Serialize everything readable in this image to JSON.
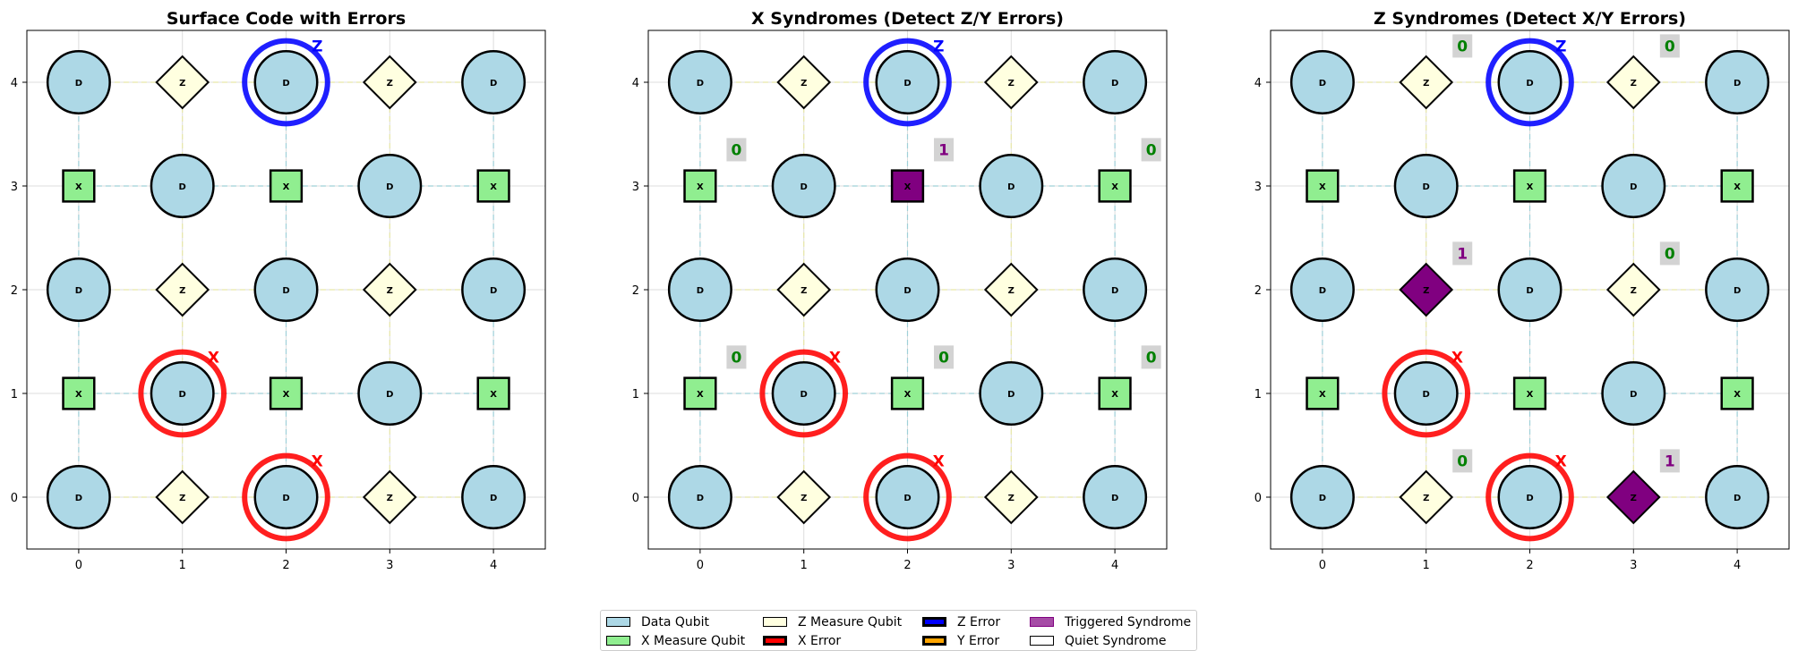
{
  "chart_data": [
    {
      "type": "scatter",
      "title": "Surface Code with Errors",
      "xlim": [
        -0.5,
        4.5
      ],
      "ylim": [
        -0.5,
        4.5
      ],
      "xticks": [
        "0",
        "1",
        "2",
        "3",
        "4"
      ],
      "yticks": [
        "0",
        "1",
        "2",
        "3",
        "4"
      ],
      "grid": true,
      "qubits": [
        {
          "x": 0,
          "y": 4,
          "type": "data",
          "label": "D"
        },
        {
          "x": 1,
          "y": 4,
          "type": "z",
          "label": "Z"
        },
        {
          "x": 2,
          "y": 4,
          "type": "data",
          "label": "D"
        },
        {
          "x": 3,
          "y": 4,
          "type": "z",
          "label": "Z"
        },
        {
          "x": 4,
          "y": 4,
          "type": "data",
          "label": "D"
        },
        {
          "x": 0,
          "y": 3,
          "type": "x",
          "label": "X"
        },
        {
          "x": 1,
          "y": 3,
          "type": "data",
          "label": "D"
        },
        {
          "x": 2,
          "y": 3,
          "type": "x",
          "label": "X"
        },
        {
          "x": 3,
          "y": 3,
          "type": "data",
          "label": "D"
        },
        {
          "x": 4,
          "y": 3,
          "type": "x",
          "label": "X"
        },
        {
          "x": 0,
          "y": 2,
          "type": "data",
          "label": "D"
        },
        {
          "x": 1,
          "y": 2,
          "type": "z",
          "label": "Z"
        },
        {
          "x": 2,
          "y": 2,
          "type": "data",
          "label": "D"
        },
        {
          "x": 3,
          "y": 2,
          "type": "z",
          "label": "Z"
        },
        {
          "x": 4,
          "y": 2,
          "type": "data",
          "label": "D"
        },
        {
          "x": 0,
          "y": 1,
          "type": "x",
          "label": "X"
        },
        {
          "x": 1,
          "y": 1,
          "type": "data",
          "label": "D"
        },
        {
          "x": 2,
          "y": 1,
          "type": "x",
          "label": "X"
        },
        {
          "x": 3,
          "y": 1,
          "type": "data",
          "label": "D"
        },
        {
          "x": 4,
          "y": 1,
          "type": "x",
          "label": "X"
        },
        {
          "x": 0,
          "y": 0,
          "type": "data",
          "label": "D"
        },
        {
          "x": 1,
          "y": 0,
          "type": "z",
          "label": "Z"
        },
        {
          "x": 2,
          "y": 0,
          "type": "data",
          "label": "D"
        },
        {
          "x": 3,
          "y": 0,
          "type": "z",
          "label": "Z"
        },
        {
          "x": 4,
          "y": 0,
          "type": "data",
          "label": "D"
        }
      ],
      "errors": [
        {
          "x": 2,
          "y": 4,
          "type": "Z"
        },
        {
          "x": 1,
          "y": 1,
          "type": "X"
        },
        {
          "x": 2,
          "y": 0,
          "type": "X"
        }
      ],
      "syndromes": []
    },
    {
      "type": "scatter",
      "title": "X Syndromes (Detect Z/Y Errors)",
      "xlim": [
        -0.5,
        4.5
      ],
      "ylim": [
        -0.5,
        4.5
      ],
      "xticks": [
        "0",
        "1",
        "2",
        "3",
        "4"
      ],
      "yticks": [
        "0",
        "1",
        "2",
        "3",
        "4"
      ],
      "grid": true,
      "qubits": [
        {
          "x": 0,
          "y": 4,
          "type": "data",
          "label": "D"
        },
        {
          "x": 1,
          "y": 4,
          "type": "z",
          "label": "Z"
        },
        {
          "x": 2,
          "y": 4,
          "type": "data",
          "label": "D"
        },
        {
          "x": 3,
          "y": 4,
          "type": "z",
          "label": "Z"
        },
        {
          "x": 4,
          "y": 4,
          "type": "data",
          "label": "D"
        },
        {
          "x": 0,
          "y": 3,
          "type": "x",
          "label": "X"
        },
        {
          "x": 1,
          "y": 3,
          "type": "data",
          "label": "D"
        },
        {
          "x": 2,
          "y": 3,
          "type": "x",
          "label": "X",
          "triggered": true
        },
        {
          "x": 3,
          "y": 3,
          "type": "data",
          "label": "D"
        },
        {
          "x": 4,
          "y": 3,
          "type": "x",
          "label": "X"
        },
        {
          "x": 0,
          "y": 2,
          "type": "data",
          "label": "D"
        },
        {
          "x": 1,
          "y": 2,
          "type": "z",
          "label": "Z"
        },
        {
          "x": 2,
          "y": 2,
          "type": "data",
          "label": "D"
        },
        {
          "x": 3,
          "y": 2,
          "type": "z",
          "label": "Z"
        },
        {
          "x": 4,
          "y": 2,
          "type": "data",
          "label": "D"
        },
        {
          "x": 0,
          "y": 1,
          "type": "x",
          "label": "X"
        },
        {
          "x": 1,
          "y": 1,
          "type": "data",
          "label": "D"
        },
        {
          "x": 2,
          "y": 1,
          "type": "x",
          "label": "X"
        },
        {
          "x": 3,
          "y": 1,
          "type": "data",
          "label": "D"
        },
        {
          "x": 4,
          "y": 1,
          "type": "x",
          "label": "X"
        },
        {
          "x": 0,
          "y": 0,
          "type": "data",
          "label": "D"
        },
        {
          "x": 1,
          "y": 0,
          "type": "z",
          "label": "Z"
        },
        {
          "x": 2,
          "y": 0,
          "type": "data",
          "label": "D"
        },
        {
          "x": 3,
          "y": 0,
          "type": "z",
          "label": "Z"
        },
        {
          "x": 4,
          "y": 0,
          "type": "data",
          "label": "D"
        }
      ],
      "errors": [
        {
          "x": 2,
          "y": 4,
          "type": "Z"
        },
        {
          "x": 1,
          "y": 1,
          "type": "X"
        },
        {
          "x": 2,
          "y": 0,
          "type": "X"
        }
      ],
      "syndromes": [
        {
          "x": 0,
          "y": 3,
          "value": "0"
        },
        {
          "x": 2,
          "y": 3,
          "value": "1"
        },
        {
          "x": 4,
          "y": 3,
          "value": "0"
        },
        {
          "x": 0,
          "y": 1,
          "value": "0"
        },
        {
          "x": 2,
          "y": 1,
          "value": "0"
        },
        {
          "x": 4,
          "y": 1,
          "value": "0"
        }
      ]
    },
    {
      "type": "scatter",
      "title": "Z Syndromes (Detect X/Y Errors)",
      "xlim": [
        -0.5,
        4.5
      ],
      "ylim": [
        -0.5,
        4.5
      ],
      "xticks": [
        "0",
        "1",
        "2",
        "3",
        "4"
      ],
      "yticks": [
        "0",
        "1",
        "2",
        "3",
        "4"
      ],
      "grid": true,
      "qubits": [
        {
          "x": 0,
          "y": 4,
          "type": "data",
          "label": "D"
        },
        {
          "x": 1,
          "y": 4,
          "type": "z",
          "label": "Z"
        },
        {
          "x": 2,
          "y": 4,
          "type": "data",
          "label": "D"
        },
        {
          "x": 3,
          "y": 4,
          "type": "z",
          "label": "Z"
        },
        {
          "x": 4,
          "y": 4,
          "type": "data",
          "label": "D"
        },
        {
          "x": 0,
          "y": 3,
          "type": "x",
          "label": "X"
        },
        {
          "x": 1,
          "y": 3,
          "type": "data",
          "label": "D"
        },
        {
          "x": 2,
          "y": 3,
          "type": "x",
          "label": "X"
        },
        {
          "x": 3,
          "y": 3,
          "type": "data",
          "label": "D"
        },
        {
          "x": 4,
          "y": 3,
          "type": "x",
          "label": "X"
        },
        {
          "x": 0,
          "y": 2,
          "type": "data",
          "label": "D"
        },
        {
          "x": 1,
          "y": 2,
          "type": "z",
          "label": "Z",
          "triggered": true
        },
        {
          "x": 2,
          "y": 2,
          "type": "data",
          "label": "D"
        },
        {
          "x": 3,
          "y": 2,
          "type": "z",
          "label": "Z"
        },
        {
          "x": 4,
          "y": 2,
          "type": "data",
          "label": "D"
        },
        {
          "x": 0,
          "y": 1,
          "type": "x",
          "label": "X"
        },
        {
          "x": 1,
          "y": 1,
          "type": "data",
          "label": "D"
        },
        {
          "x": 2,
          "y": 1,
          "type": "x",
          "label": "X"
        },
        {
          "x": 3,
          "y": 1,
          "type": "data",
          "label": "D"
        },
        {
          "x": 4,
          "y": 1,
          "type": "x",
          "label": "X"
        },
        {
          "x": 0,
          "y": 0,
          "type": "data",
          "label": "D"
        },
        {
          "x": 1,
          "y": 0,
          "type": "z",
          "label": "Z"
        },
        {
          "x": 2,
          "y": 0,
          "type": "data",
          "label": "D"
        },
        {
          "x": 3,
          "y": 0,
          "type": "z",
          "label": "Z",
          "triggered": true
        },
        {
          "x": 4,
          "y": 0,
          "type": "data",
          "label": "D"
        }
      ],
      "errors": [
        {
          "x": 2,
          "y": 4,
          "type": "Z"
        },
        {
          "x": 1,
          "y": 1,
          "type": "X"
        },
        {
          "x": 2,
          "y": 0,
          "type": "X"
        }
      ],
      "syndromes": [
        {
          "x": 1,
          "y": 4,
          "value": "0"
        },
        {
          "x": 3,
          "y": 4,
          "value": "0"
        },
        {
          "x": 1,
          "y": 2,
          "value": "1"
        },
        {
          "x": 3,
          "y": 2,
          "value": "0"
        },
        {
          "x": 1,
          "y": 0,
          "value": "0"
        },
        {
          "x": 3,
          "y": 0,
          "value": "1"
        }
      ]
    }
  ],
  "legend": {
    "items": [
      {
        "label": "Data Qubit",
        "fill": "#add8e6",
        "border": "#000000",
        "thick": false
      },
      {
        "label": "X Measure Qubit",
        "fill": "#90ee90",
        "border": "#000000",
        "thick": false
      },
      {
        "label": "Z Measure Qubit",
        "fill": "#ffffe0",
        "border": "#000000",
        "thick": false
      },
      {
        "label": "X Error",
        "fill": "#ff0000",
        "border": "#000000",
        "thick": true
      },
      {
        "label": "Z Error",
        "fill": "#0000ff",
        "border": "#000000",
        "thick": true
      },
      {
        "label": "Y Error",
        "fill": "#ffa500",
        "border": "#000000",
        "thick": true
      },
      {
        "label": "Triggered Syndrome",
        "fill": "#a64ca6",
        "border": "#800080",
        "thick": false
      },
      {
        "label": "Quiet Syndrome",
        "fill": "#ffffff",
        "border": "#000000",
        "thick": false
      }
    ]
  },
  "colors": {
    "data_qubit": "#add8e6",
    "x_measure": "#90ee90",
    "z_measure": "#ffffe0",
    "triggered": "#800080",
    "x_error": "#ff0000",
    "z_error": "#0000ff",
    "y_error": "#ffa500",
    "quiet_text": "#008000",
    "triggered_text": "#800080",
    "syndrome_box": "#d3d3d3",
    "grid": "#dddddd",
    "x_link": "#9fd0d8",
    "z_link": "#e8e8a8"
  }
}
